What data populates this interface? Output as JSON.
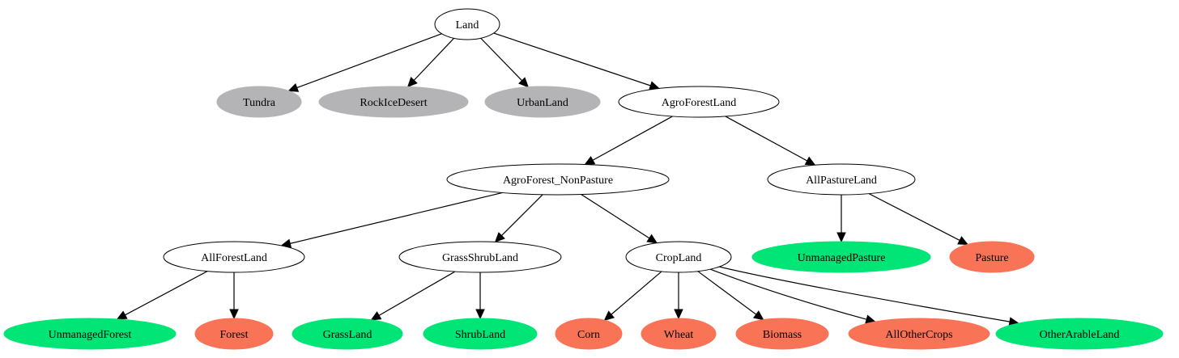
{
  "colors": {
    "default_fill": "#ffffff",
    "default_stroke": "#000000",
    "unmanaged": "#b4b3b6",
    "managed_natural": "#00e576",
    "managed_crop": "#f97356"
  },
  "nodes": [
    {
      "id": "Land",
      "label": "Land",
      "style": "default"
    },
    {
      "id": "Tundra",
      "label": "Tundra",
      "style": "unmanaged"
    },
    {
      "id": "RockIceDesert",
      "label": "RockIceDesert",
      "style": "unmanaged"
    },
    {
      "id": "UrbanLand",
      "label": "UrbanLand",
      "style": "unmanaged"
    },
    {
      "id": "AgroForestLand",
      "label": "AgroForestLand",
      "style": "default"
    },
    {
      "id": "AgroForest_NonPasture",
      "label": "AgroForest_NonPasture",
      "style": "default"
    },
    {
      "id": "AllPastureLand",
      "label": "AllPastureLand",
      "style": "default"
    },
    {
      "id": "AllForestLand",
      "label": "AllForestLand",
      "style": "default"
    },
    {
      "id": "GrassShrubLand",
      "label": "GrassShrubLand",
      "style": "default"
    },
    {
      "id": "CropLand",
      "label": "CropLand",
      "style": "default"
    },
    {
      "id": "UnmanagedPasture",
      "label": "UnmanagedPasture",
      "style": "managed_natural"
    },
    {
      "id": "Pasture",
      "label": "Pasture",
      "style": "managed_crop"
    },
    {
      "id": "UnmanagedForest",
      "label": "UnmanagedForest",
      "style": "managed_natural"
    },
    {
      "id": "Forest",
      "label": "Forest",
      "style": "managed_crop"
    },
    {
      "id": "GrassLand",
      "label": "GrassLand",
      "style": "managed_natural"
    },
    {
      "id": "ShrubLand",
      "label": "ShrubLand",
      "style": "managed_natural"
    },
    {
      "id": "Corn",
      "label": "Corn",
      "style": "managed_crop"
    },
    {
      "id": "Wheat",
      "label": "Wheat",
      "style": "managed_crop"
    },
    {
      "id": "Biomass",
      "label": "Biomass",
      "style": "managed_crop"
    },
    {
      "id": "AllOtherCrops",
      "label": "AllOtherCrops",
      "style": "managed_crop"
    },
    {
      "id": "OtherArableLand",
      "label": "OtherArableLand",
      "style": "managed_natural"
    }
  ],
  "edges": [
    {
      "from": "Land",
      "to": "Tundra"
    },
    {
      "from": "Land",
      "to": "RockIceDesert"
    },
    {
      "from": "Land",
      "to": "UrbanLand"
    },
    {
      "from": "Land",
      "to": "AgroForestLand"
    },
    {
      "from": "AgroForestLand",
      "to": "AgroForest_NonPasture"
    },
    {
      "from": "AgroForestLand",
      "to": "AllPastureLand"
    },
    {
      "from": "AgroForest_NonPasture",
      "to": "AllForestLand"
    },
    {
      "from": "AgroForest_NonPasture",
      "to": "GrassShrubLand"
    },
    {
      "from": "AgroForest_NonPasture",
      "to": "CropLand"
    },
    {
      "from": "AllPastureLand",
      "to": "UnmanagedPasture"
    },
    {
      "from": "AllPastureLand",
      "to": "Pasture"
    },
    {
      "from": "AllForestLand",
      "to": "UnmanagedForest"
    },
    {
      "from": "AllForestLand",
      "to": "Forest"
    },
    {
      "from": "GrassShrubLand",
      "to": "GrassLand"
    },
    {
      "from": "GrassShrubLand",
      "to": "ShrubLand"
    },
    {
      "from": "CropLand",
      "to": "Corn"
    },
    {
      "from": "CropLand",
      "to": "Wheat"
    },
    {
      "from": "CropLand",
      "to": "Biomass"
    },
    {
      "from": "CropLand",
      "to": "AllOtherCrops"
    },
    {
      "from": "CropLand",
      "to": "OtherArableLand"
    }
  ]
}
